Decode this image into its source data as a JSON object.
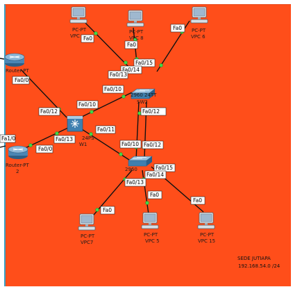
{
  "area": {
    "fill": "#ff4e1a",
    "link_color": "#111111",
    "link_dot": "#3fd84a"
  },
  "devices": [
    {
      "id": "pc-vpc-top-left",
      "icon": "pc-icon",
      "label1": "PC-PT",
      "label2": "VPC"
    },
    {
      "id": "pc-vpc-8",
      "icon": "pc-icon",
      "label1": "PC-PT",
      "label2": "VPC 8"
    },
    {
      "id": "pc-vpc-6",
      "icon": "pc-icon",
      "label1": "PC-PT",
      "label2": "VPC 6"
    },
    {
      "id": "router-top",
      "icon": "router-icon",
      "label1": "Router-PT",
      "label2": ""
    },
    {
      "id": "router-bottom",
      "icon": "router-icon",
      "label1": "Router-PT",
      "label2": "2"
    },
    {
      "id": "multilayer-switch",
      "icon": "multilayer-switch-icon",
      "label1": "24PS",
      "label2": "W1"
    },
    {
      "id": "switch-sw2",
      "icon": "switch-icon",
      "label1": "2960 24TT",
      "label2": "SW2"
    },
    {
      "id": "switch-bottom",
      "icon": "switch-icon",
      "label1": "2960",
      "label2": ""
    },
    {
      "id": "pc-vpc-7",
      "icon": "pc-icon",
      "label1": "PC-PT",
      "label2": "VPC7"
    },
    {
      "id": "pc-vpc-5",
      "icon": "pc-icon",
      "label1": "PC-PT",
      "label2": "VPC 5"
    },
    {
      "id": "pc-vpc-15",
      "icon": "pc-icon",
      "label1": "PC-PT",
      "label2": "VPC 15"
    }
  ],
  "ports": [
    "Fa0",
    "Fa0",
    "Fa0",
    "Fa0/15",
    "Fa0/14",
    "Fa0/13",
    "Fa0/10",
    "Fa0/12",
    "Fa0/0",
    "Fa0/12",
    "Fa0/10",
    "Fa0/11",
    "Fa1/0",
    "Fa0/0",
    "Fa0/13",
    "Fa0/10",
    "Fa0/12",
    "Fa0/15",
    "Fa0/14",
    "Fa0/13",
    "Fa0",
    "Fa0",
    "Fa0"
  ],
  "info": {
    "line1": "SEDE JUTIAPA",
    "line2": "192.168.54.0 /24"
  }
}
